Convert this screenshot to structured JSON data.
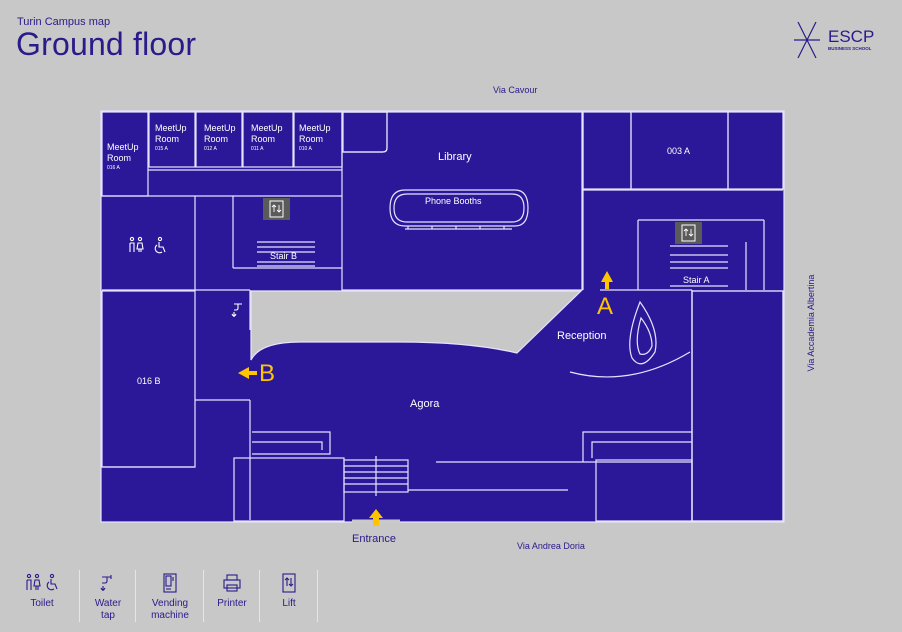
{
  "header": {
    "subtitle": "Turin Campus map",
    "title": "Ground floor",
    "logo_text": "ESCP",
    "logo_subtext": "BUSINESS SCHOOL"
  },
  "streets": {
    "top": "Via Cavour",
    "bottom": "Via Andrea Doria",
    "right": "Via Accademia Albertina"
  },
  "rooms": {
    "meetup_016a": {
      "line1": "MeetUp",
      "line2": "Room",
      "code": "016 A"
    },
    "meetup_015a": {
      "line1": "MeetUp",
      "line2": "Room",
      "code": "015 A"
    },
    "meetup_012a": {
      "line1": "MeetUp",
      "line2": "Room",
      "code": "012 A"
    },
    "meetup_011a": {
      "line1": "MeetUp",
      "line2": "Room",
      "code": "011 A"
    },
    "meetup_010a": {
      "line1": "MeetUp",
      "line2": "Room",
      "code": "010 A"
    },
    "library": "Library",
    "phone_booths": "Phone Booths",
    "room_003a": "003 A",
    "stair_b": "Stair B",
    "stair_a": "Stair A",
    "reception": "Reception",
    "room_016b": "016 B",
    "agora": "Agora"
  },
  "markers": {
    "a": "A",
    "b": "B"
  },
  "entrance": "Entrance",
  "legend": [
    {
      "icon": "toilet-icon",
      "label": "Toilet"
    },
    {
      "icon": "water-tap-icon",
      "label": "Water tap"
    },
    {
      "icon": "vending-machine-icon",
      "label": "Vending machine"
    },
    {
      "icon": "printer-icon",
      "label": "Printer"
    },
    {
      "icon": "lift-icon",
      "label": "Lift"
    }
  ],
  "colors": {
    "background": "#c8c8c8",
    "floor": "#2b1899",
    "room": "#3a25c6",
    "accent_marker": "#ffc400",
    "text": "#2a1a8a"
  }
}
